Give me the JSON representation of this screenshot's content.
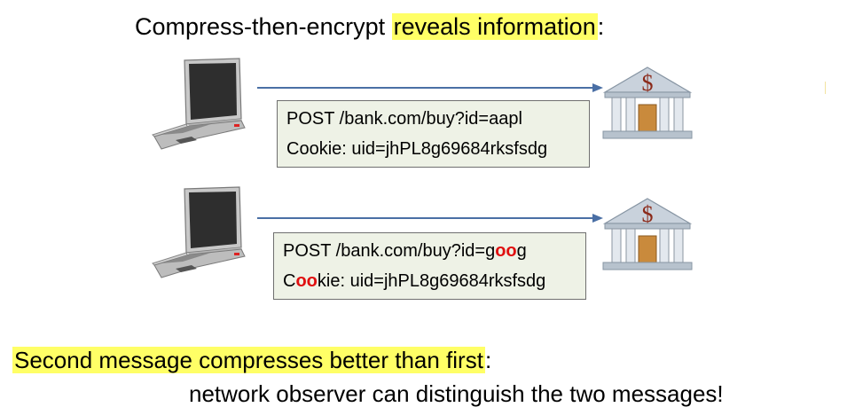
{
  "title": {
    "prefix": "Compress-then-encrypt ",
    "highlight": "reveals information",
    "suffix": ":"
  },
  "messages": [
    {
      "line1": "POST /bank.com/buy?id=aapl",
      "line2": "Cookie: uid=jhPL8g69684rksfsdg"
    },
    {
      "line1_a": "POST /bank.com/buy?id=g",
      "line1_red": "oo",
      "line1_b": "g",
      "line2_a": "C",
      "line2_red": "oo",
      "line2_b": "kie: uid=jhPL8g69684rksfsdg"
    }
  ],
  "bank_symbol": "$",
  "conclusion": {
    "highlight": "Second message compresses better than first",
    "suffix": ":",
    "line2": "network observer can distinguish the two messages!"
  },
  "icons": [
    "laptop-icon",
    "bank-icon"
  ],
  "colors": {
    "highlight": "#ffff66",
    "arrow": "#4a6fa5",
    "box_bg": "#eef2e6",
    "emphasis": "#e01010"
  }
}
